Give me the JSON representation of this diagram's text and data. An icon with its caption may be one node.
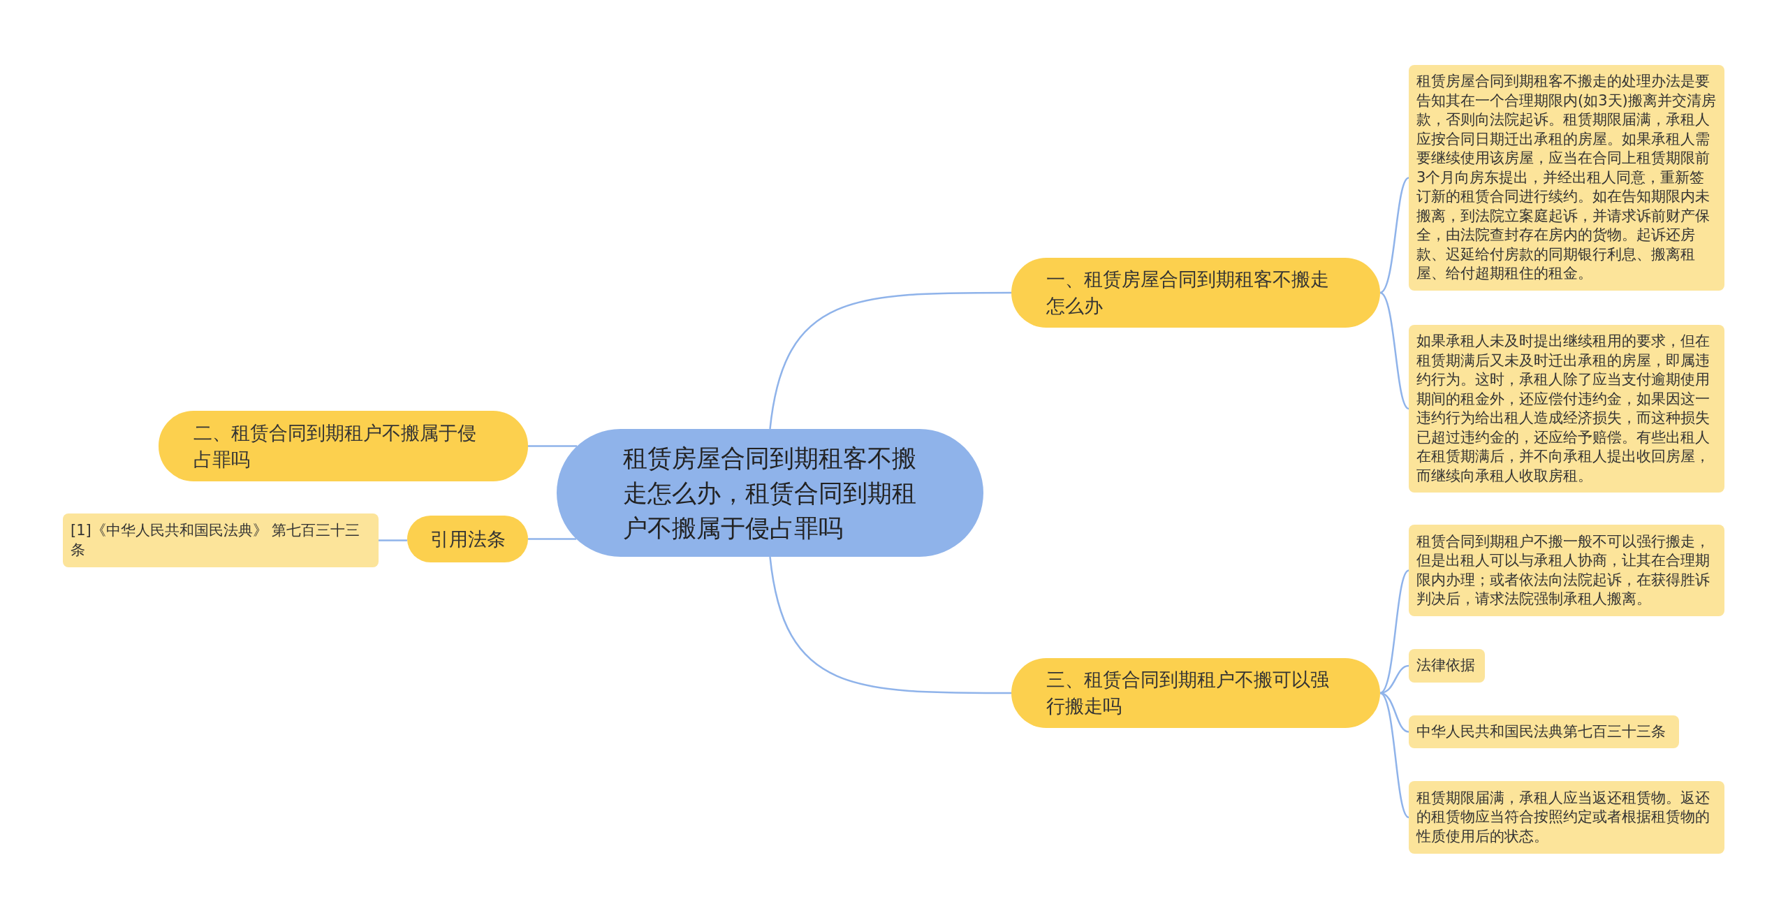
{
  "diagram": {
    "nodes": [
      {
        "text": [
          "租赁房屋合同到期租客不搬走怎么办，租赁合同到期租户不搬属于侵占罪吗"
        ]
      },
      {
        "text": [
          "一、租赁房屋合同到期租客不搬走怎么办"
        ]
      },
      {
        "text": [
          "租赁房屋合同到期租客不搬走的处理办法是要告知其在一个合理期限内(如3天)搬离并交清房款，否则向法院起诉。租赁期限届满，承租人应按合同日期迁出承租的房屋。如果承租人需要继续使用该房屋，应当在合同上租赁期限前3个月向房东提出，并经出租人同意，重新签订新的租赁合同进行续约。如在告知期限内未搬离，到法院立案庭起诉，并请求诉前财产保全，由法院查封存在房内的货物。起诉还房款、迟延给付房款的同期银行利息、搬离租屋、给付超期租住的租金。"
        ]
      },
      {
        "text": [
          "如果承租人未及时提出继续租用的要求，但在租赁期满后又未及时迁出承租的房屋，即属违约行为。这时，承租人除了应当支付逾期使用期间的租金外，还应偿付违约金，如果因这一违约行为给出租人造成经济损失，而这种损失已超过违约金的，还应给予赔偿。有些出租人在租赁期满后，并不向承租人提出收回房屋，而继续向承租人收取房租。"
        ]
      },
      {
        "text": [
          "二、租赁合同到期租户不搬属于侵占罪吗"
        ]
      },
      {
        "text": [
          "引用法条"
        ]
      },
      {
        "text": [
          "[1]《中华人民共和国民法典》 第七百三十三条"
        ]
      },
      {
        "text": [
          "三、租赁合同到期租户不搬可以强行搬走吗"
        ]
      },
      {
        "text": [
          "租赁合同到期租户不搬一般不可以强行搬走，但是出租人可以与承租人协商，让其在合理期限内办理；或者依法向法院起诉，在获得胜诉判决后，请求法院强制承租人搬离。"
        ]
      },
      {
        "text": [
          "法律依据"
        ]
      },
      {
        "text": [
          "中华人民共和国民法典第七百三十三条"
        ]
      },
      {
        "text": [
          "租赁期限届满，承租人应当返还租赁物。返还的租赁物应当符合按照约定或者根据租赁物的性质使用后的状态。"
        ]
      }
    ],
    "edges": [
      {
        "from": 0,
        "to": 1,
        "arrow": "none"
      },
      {
        "from": 1,
        "to": 2,
        "arrow": "none"
      },
      {
        "from": 1,
        "to": 3,
        "arrow": "none"
      },
      {
        "from": 0,
        "to": 4,
        "arrow": "none"
      },
      {
        "from": 0,
        "to": 5,
        "arrow": "none"
      },
      {
        "from": 5,
        "to": 6,
        "arrow": "none"
      },
      {
        "from": 0,
        "to": 7,
        "arrow": "none"
      },
      {
        "from": 7,
        "to": 8,
        "arrow": "none"
      },
      {
        "from": 7,
        "to": 9,
        "arrow": "none"
      },
      {
        "from": 7,
        "to": 10,
        "arrow": "none"
      },
      {
        "from": 7,
        "to": 11,
        "arrow": "none"
      }
    ]
  }
}
